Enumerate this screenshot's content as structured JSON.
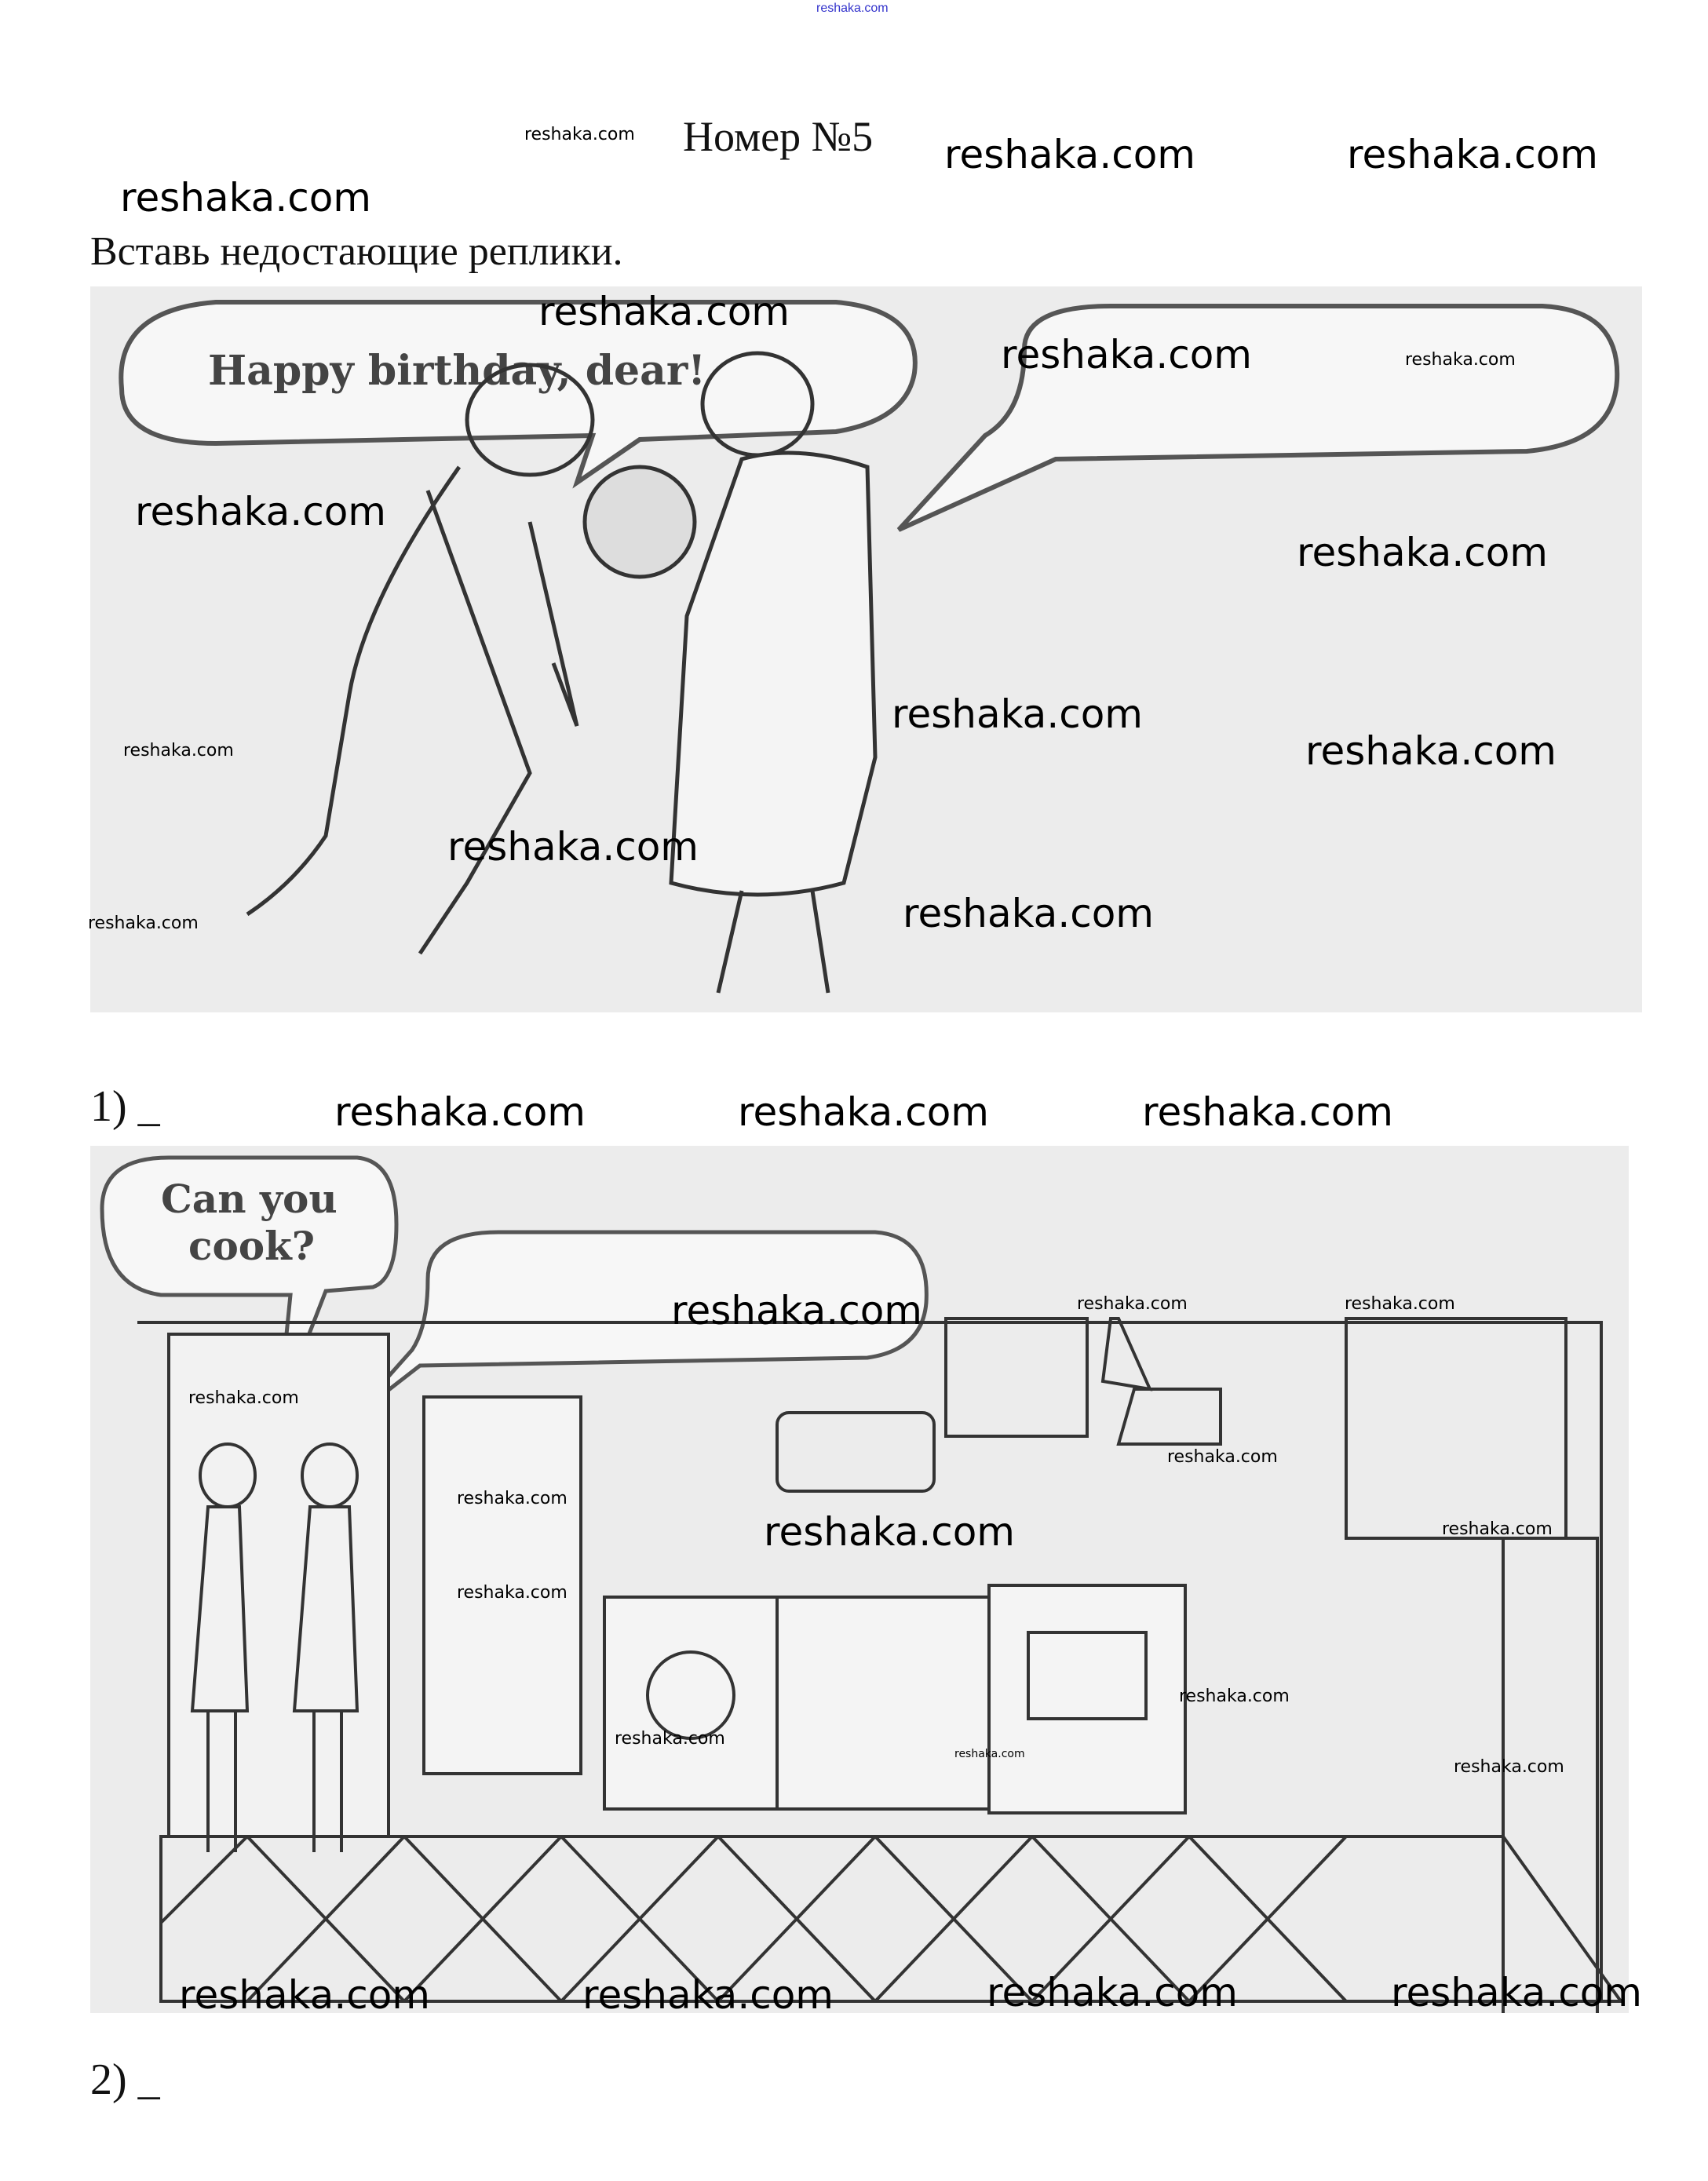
{
  "header": {
    "top_link": "reshaka.com",
    "title": "Номер №5"
  },
  "instruction": "Вставь недостающие реплики.",
  "illustration_1": {
    "bubble_left": "Happy birthday, dear!",
    "bubble_right": ""
  },
  "answer_1": "1) _",
  "illustration_2": {
    "bubble_left_line1": "Can you",
    "bubble_left_line2": "cook?",
    "bubble_right": ""
  },
  "answer_2": "2) _",
  "watermark": "reshaka.com"
}
